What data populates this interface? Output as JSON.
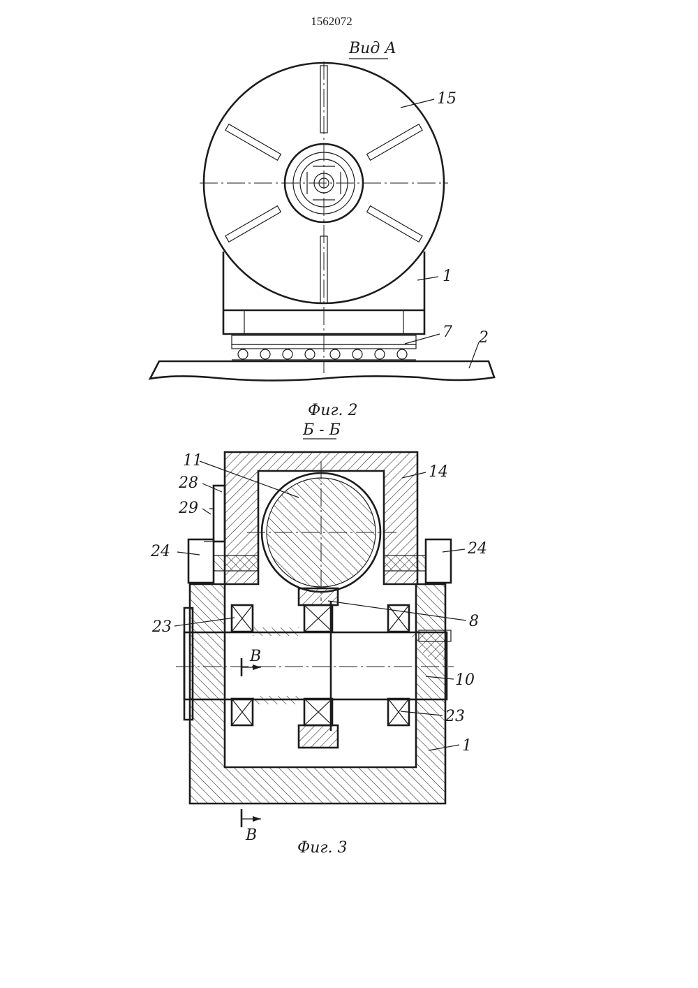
{
  "page_number": "1562072",
  "figure2": {
    "view_title": "Вид А",
    "caption": "Фиг. 2",
    "labels": {
      "disc": "15",
      "body": "1",
      "bearing": "7",
      "base": "2"
    }
  },
  "figure3": {
    "section_title": "Б - Б",
    "caption": "Фиг. 3",
    "labels": {
      "roller": "11",
      "housing_top": "14",
      "plate": "28",
      "bracket": "29",
      "bolt_left": "24",
      "bolt_right": "24",
      "bearing_left": "23",
      "bearing_right": "23",
      "gear": "8",
      "shaft": "10",
      "body": "1",
      "section_mark_top": "В",
      "section_mark_bottom": "В"
    }
  }
}
